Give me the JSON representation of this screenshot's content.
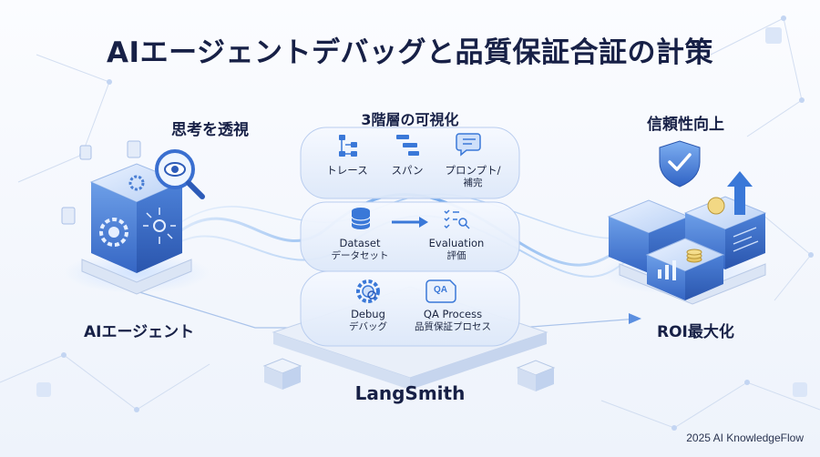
{
  "title": "AIエージェントデバッグと品質保証合証の計策",
  "left": {
    "top_label": "思考を透視",
    "bottom_label": "AIエージェント"
  },
  "center": {
    "header": "3階層の可視化",
    "layer1": [
      {
        "label": "トレース"
      },
      {
        "label": "スパン"
      },
      {
        "label": "プロンプト/",
        "sub": "補完"
      }
    ],
    "layer2": [
      {
        "label": "Dataset",
        "sub": "データセット"
      },
      {
        "label": "Evaluation",
        "sub": "評価"
      }
    ],
    "layer3": [
      {
        "label": "Debug",
        "sub": "デバッグ"
      },
      {
        "label": "QA Process",
        "sub": "品質保証プロセス"
      }
    ],
    "qa_icon_text": "QA",
    "platform": "LangSmith"
  },
  "right": {
    "top_label": "信頼性向上",
    "bottom_label": "ROI最大化"
  },
  "footer": "2025 AI KnowledgeFlow",
  "colors": {
    "accent": "#3a78d8",
    "dark_text": "#172046",
    "panel_fill": "#eaf1fc",
    "panel_stroke": "#b9cdef"
  }
}
